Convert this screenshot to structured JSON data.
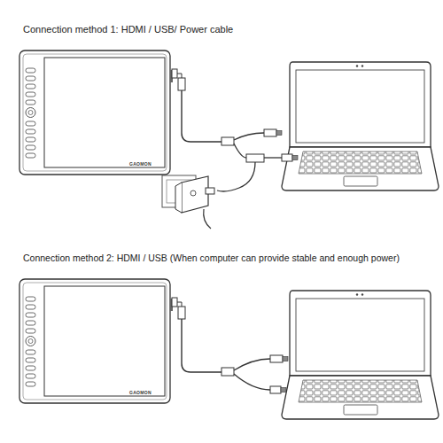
{
  "diagram": {
    "labels": [
      "Connection method  1: HDMI / USB/ Power cable",
      "GAOMON",
      "Connection method  2: HDMI / USB (When computer can provide stable and enough power)",
      "GAOMON"
    ]
  }
}
